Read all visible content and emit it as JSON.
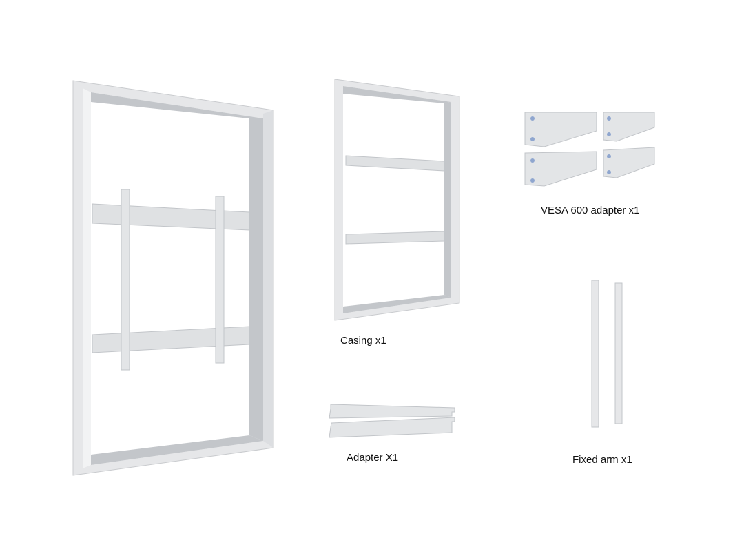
{
  "parts": [
    {
      "id": "casing",
      "label": "Casing x1"
    },
    {
      "id": "adapter",
      "label": "Adapter X1"
    },
    {
      "id": "vesa",
      "label": "VESA 600 adapter x1"
    },
    {
      "id": "fixed_arm",
      "label": "Fixed arm x1"
    }
  ],
  "colors": {
    "metal_light": "#e9eaec",
    "metal_mid": "#d4d6d9",
    "metal_dark": "#b9bcc0",
    "hole": "#ffffff",
    "screw": "#8fa6cf"
  }
}
